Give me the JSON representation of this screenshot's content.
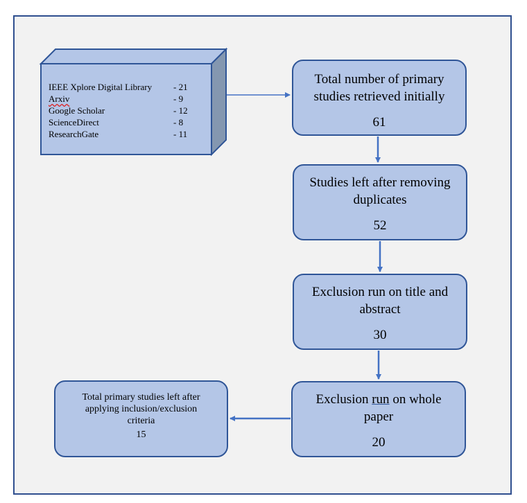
{
  "sources": {
    "items": [
      {
        "name": "IEEE Xplore Digital Library",
        "count": "- 21"
      },
      {
        "name": "Arxiv",
        "count": "- 9"
      },
      {
        "name": "Google Scholar",
        "count": "- 12"
      },
      {
        "name": "ScienceDirect",
        "count": "- 8"
      },
      {
        "name": "ResearchGate",
        "count": "- 11"
      }
    ]
  },
  "steps": {
    "retrieved": {
      "line1": "Total number of primary",
      "line2": "studies retrieved initially",
      "count": "61"
    },
    "dedup": {
      "line1": "Studies left after removing",
      "line2": "duplicates",
      "count": "52"
    },
    "title_abstract": {
      "line1": "Exclusion run on title and",
      "line2": "abstract",
      "count": "30"
    },
    "whole_paper": {
      "part1": "Exclusion ",
      "part2": "run",
      "part3": " on whole",
      "line2": "paper",
      "count": "20"
    },
    "final": {
      "line1": "Total primary studies left after",
      "line2": "applying inclusion/exclusion",
      "line3": "criteria",
      "count": "15"
    }
  },
  "colors": {
    "box_fill": "#b4c6e7",
    "box_border": "#2f5597",
    "arrow": "#4472c4",
    "frame_bg": "#f2f2f2"
  }
}
